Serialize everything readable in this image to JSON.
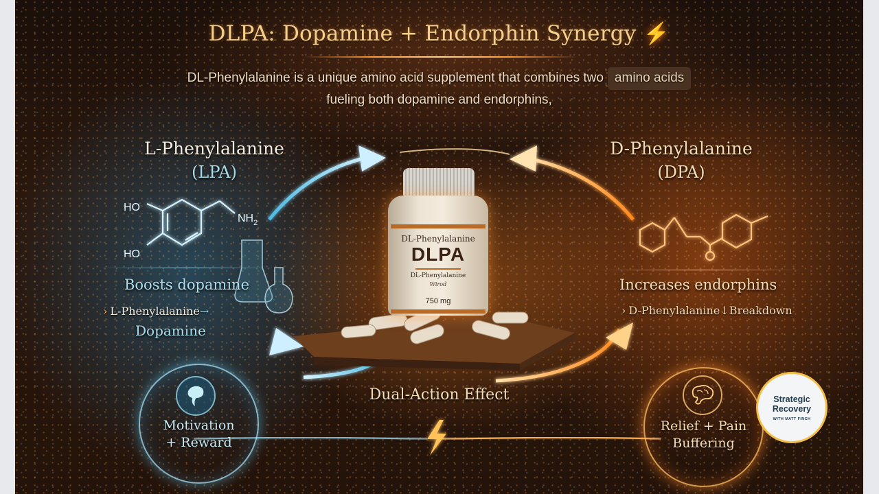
{
  "header": {
    "title": "DLPA: Dopamine + Endorphin Synergy",
    "title_icon": "lightning-bolt-icon",
    "subtitle_line1": "DL-Phenylalanine is a unique amino acid supplement that combines two",
    "subtitle_tag": "amino acids",
    "subtitle_line2": "fueling both dopamine and endorphins,"
  },
  "left_panel": {
    "name": "L-Phenylalanine",
    "abbr": "(LPA)",
    "molecule_labels": {
      "top": "HO",
      "bottom": "HO",
      "amine": "NH",
      "amine_sub": "2"
    },
    "effect": "Boosts dopamine",
    "pathway_from": "L-Phenylalanine",
    "pathway_arrow": "→",
    "pathway_to": "Dopamine",
    "circle_label_line1": "Motivation",
    "circle_label_line2": "+ Reward",
    "circle_icon": "brain-head-icon",
    "accent": "#8fd6ee"
  },
  "right_panel": {
    "name": "D-Phenylalanine",
    "abbr": "(DPA)",
    "effect": "Increases endorphins",
    "pathway_from": "D-Phenylalanine",
    "pathway_arrow": "↓",
    "pathway_to": "Breakdown",
    "circle_label_line1": "Relief + Pain",
    "circle_label_line2": "Buffering",
    "circle_icon": "brain-icon",
    "accent": "#ff9a3a"
  },
  "center": {
    "bottle_line1": "DL-Phenylalanine",
    "bottle_brand": "DLPA",
    "bottle_line2": "DL-Phenylalanine",
    "bottle_line3": "Wirod",
    "bottle_dose": "750 mg",
    "caption": "Dual-Action Effect"
  },
  "badge": {
    "line1": "Strategic",
    "line2": "Recovery",
    "line3": "WITH MATT FINCH",
    "ring_color": "#f2c04a"
  },
  "colors": {
    "title": "#f5cf8e",
    "tag_bg": "#4a3222",
    "cool": "#8fd6ee",
    "warm": "#ff9a3a"
  }
}
